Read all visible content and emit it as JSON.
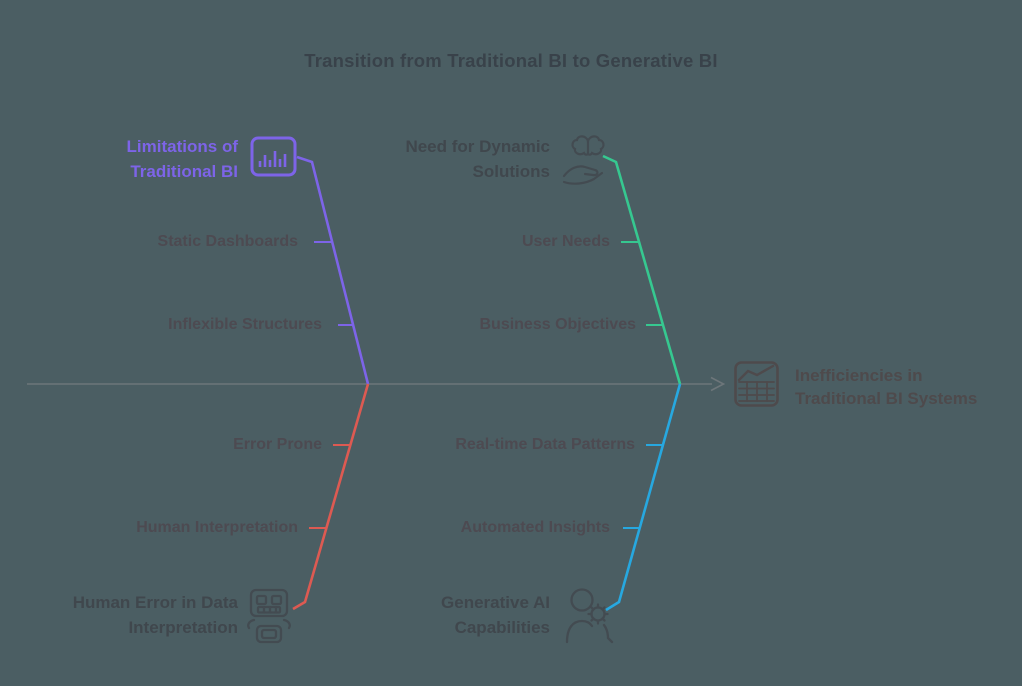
{
  "title": "Transition from Traditional BI to Generative BI",
  "diagram_type": "fishbone",
  "colors": {
    "background": "#4b5e63",
    "spine": "#6d767a",
    "title_text": "#39424a",
    "sub_label_text": "#4d4a51",
    "category_label_text": "#40474d",
    "effect_label_text": "#4e4a4c",
    "icon_dark": "#434b51",
    "purple": "#7d64e8",
    "green": "#36c890",
    "red": "#dd5a52",
    "cyan": "#27a8e0"
  },
  "effect": {
    "icon": "chart-grid-icon",
    "label_lines": [
      "Inefficiencies in",
      "Traditional BI Systems"
    ]
  },
  "branches": [
    {
      "name": "limitations-of-traditional-bi",
      "quadrant": "top-left",
      "color": "#7d64e8",
      "icon": "bar-chart-icon",
      "label_lines": [
        "Limitations of",
        "Traditional BI"
      ],
      "items": [
        "Static Dashboards",
        "Inflexible Structures"
      ]
    },
    {
      "name": "need-for-dynamic-solutions",
      "quadrant": "top-right",
      "color": "#36c890",
      "icon": "hand-holding-brain-icon",
      "label_lines": [
        "Need for Dynamic",
        "Solutions"
      ],
      "items": [
        "User Needs",
        "Business Objectives"
      ]
    },
    {
      "name": "human-error-in-data-interpretation",
      "quadrant": "bottom-left",
      "color": "#dd5a52",
      "icon": "robot-icon",
      "label_lines": [
        "Human Error in Data",
        "Interpretation"
      ],
      "items": [
        "Error Prone",
        "Human Interpretation"
      ]
    },
    {
      "name": "generative-ai-capabilities",
      "quadrant": "bottom-right",
      "color": "#27a8e0",
      "icon": "ai-person-gear-icon",
      "label_lines": [
        "Generative AI",
        "Capabilities"
      ],
      "items": [
        "Real-time Data Patterns",
        "Automated Insights"
      ]
    }
  ]
}
